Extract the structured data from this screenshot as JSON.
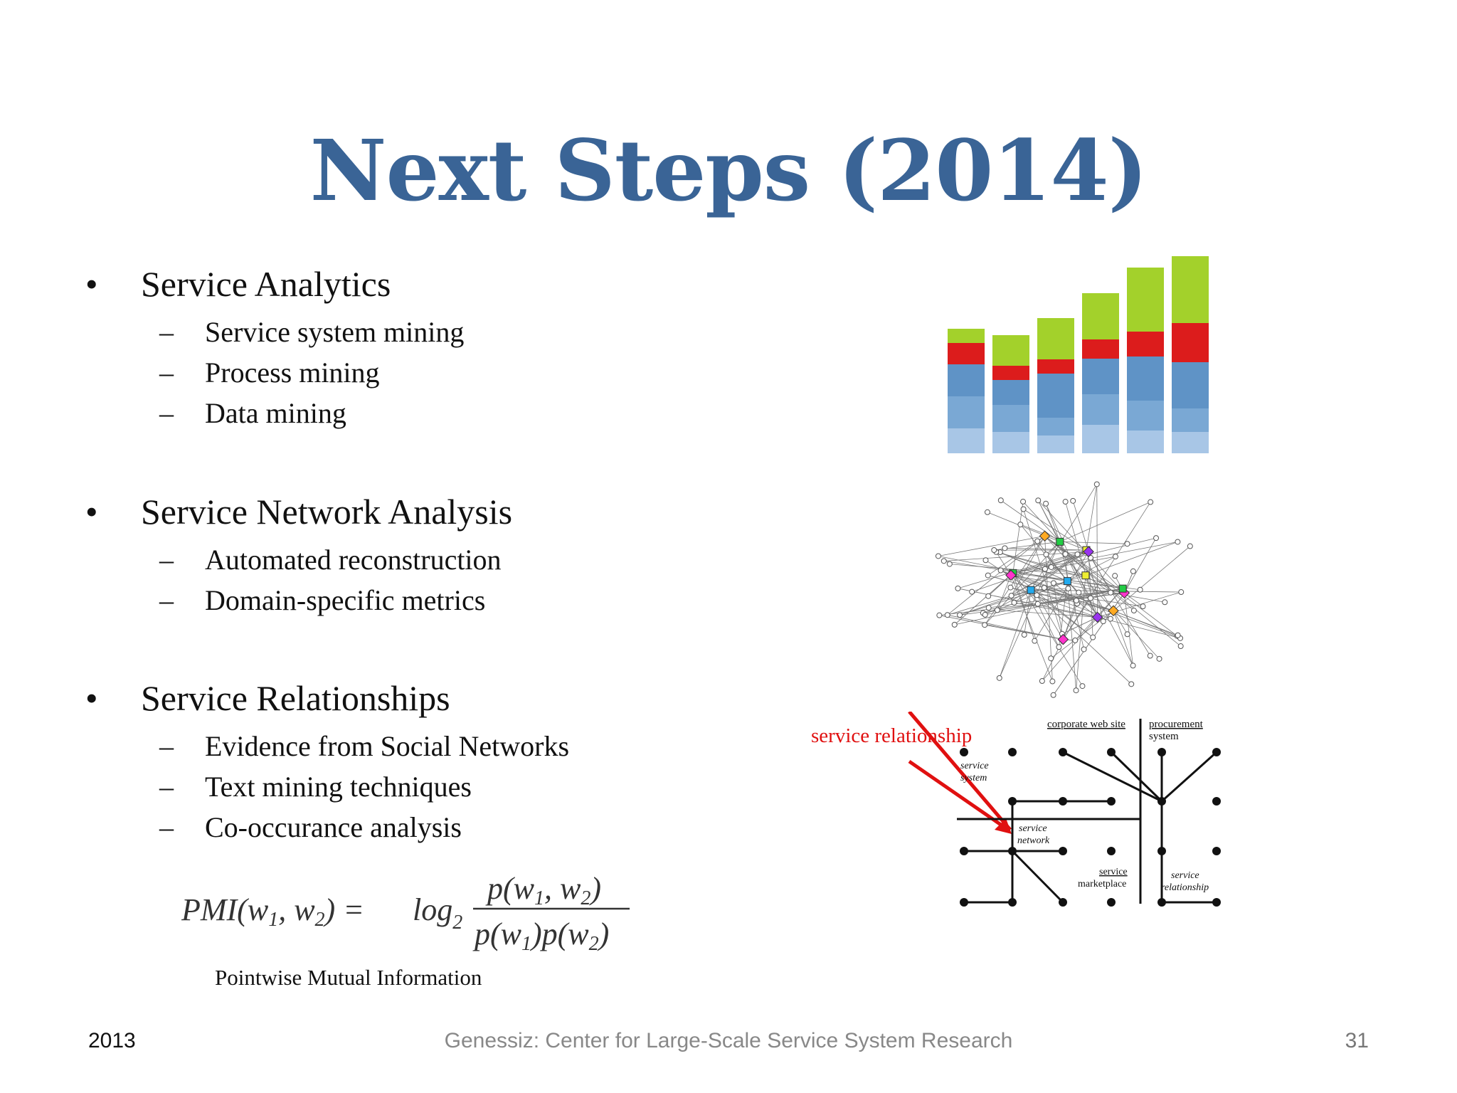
{
  "slide": {
    "title": "Next Steps (2014)",
    "sections": [
      {
        "label": "Service Analytics",
        "items": [
          "Service system mining",
          "Process mining",
          "Data mining"
        ]
      },
      {
        "label": "Service Network Analysis",
        "items": [
          "Automated reconstruction",
          "Domain-specific metrics"
        ]
      },
      {
        "label": "Service Relationships",
        "items": [
          "Evidence from Social Networks",
          "Text mining techniques",
          "Co-occurance analysis"
        ]
      }
    ],
    "bullet_glyph": "•",
    "dash_glyph": "–",
    "formula_caption": "Pointwise Mutual Information"
  },
  "diagram": {
    "red_label": "service relationship",
    "labels": {
      "corporate_web_site": "corporate web site",
      "procurement": "procurement",
      "system": "system",
      "service_system_1": "service",
      "service_system_2": "system",
      "service_network_1": "service",
      "service_network_2": "network",
      "service_marketplace_1": "service",
      "service_marketplace_2": "marketplace",
      "service_relationship_1": "service",
      "service_relationship_2": "relationship"
    }
  },
  "footer": {
    "left": "2013",
    "center": "Genessiz: Center for Large-Scale Service System Research",
    "right": "31"
  },
  "colors": {
    "title": "#3a6496",
    "bar_green": "#a3d12b",
    "bar_red": "#dc1c1c",
    "bar_blue": "#6b9ccb",
    "red_label": "#e01010"
  }
}
